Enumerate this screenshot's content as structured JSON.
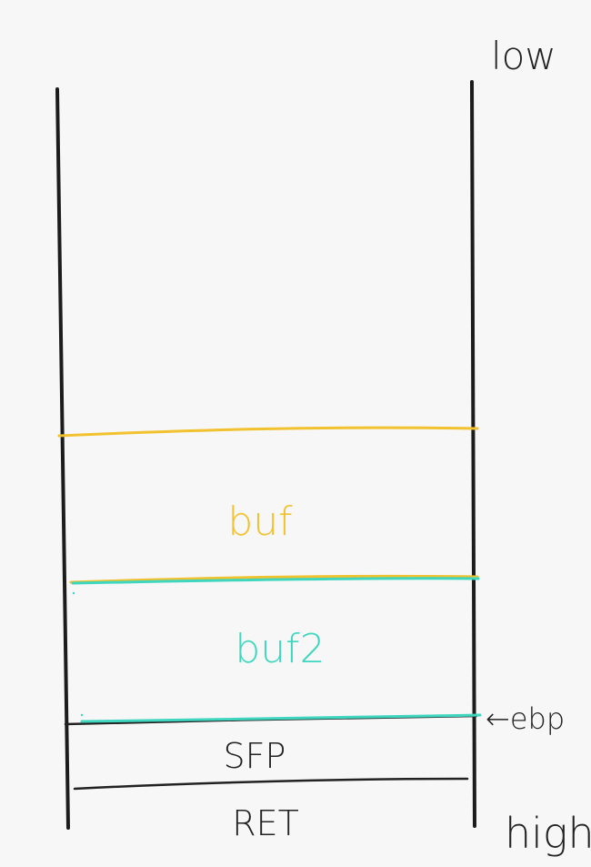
{
  "labels": {
    "low": "low",
    "high": "high",
    "ebp_pointer": "←ebp"
  },
  "regions": [
    {
      "label": "buf",
      "color": "#f2c12e"
    },
    {
      "label": "buf2",
      "color": "#3fd6bf"
    },
    {
      "label": "SFP",
      "color": "#222222"
    },
    {
      "label": "RET",
      "color": "#222222"
    }
  ],
  "colors": {
    "stack_walls": "#1c1c1c",
    "buf_boundary": "#f2c12e",
    "buf2_boundary": "#3fd6bf",
    "ink": "#222222",
    "background": "#f7f7f7"
  }
}
